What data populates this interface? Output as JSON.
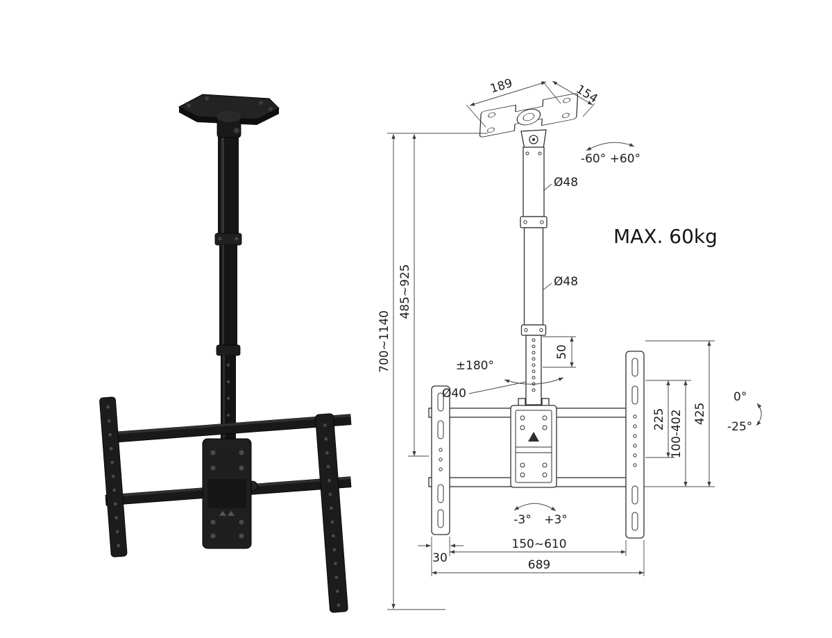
{
  "page": {
    "background": "#ffffff",
    "description": "Ceiling TV mount bracket: black product render (left) and dimensional technical drawing (right)"
  },
  "annotations": {
    "max_load": "MAX. 60kg"
  },
  "dimensions": {
    "plate_width": "189",
    "plate_depth": "154",
    "top_swivel_range": "-60° +60°",
    "upper_pole_diameter": "Ø48",
    "mid_pole_diameter": "Ø48",
    "total_height_range": "700~1140",
    "pole_height_range": "485~925",
    "hole_pitch": "50",
    "rotation_range": "±180°",
    "lower_pole_diameter": "Ø40",
    "vesa_height": "225",
    "vesa_pattern_range": "100-402",
    "bracket_height": "425",
    "tilt_max": "0°",
    "tilt_min": "-25°",
    "level_adjust_neg": "-3°",
    "level_adjust_pos": "+3°",
    "bracket_width": "30",
    "rail_span_range": "150~610",
    "total_width": "689"
  }
}
